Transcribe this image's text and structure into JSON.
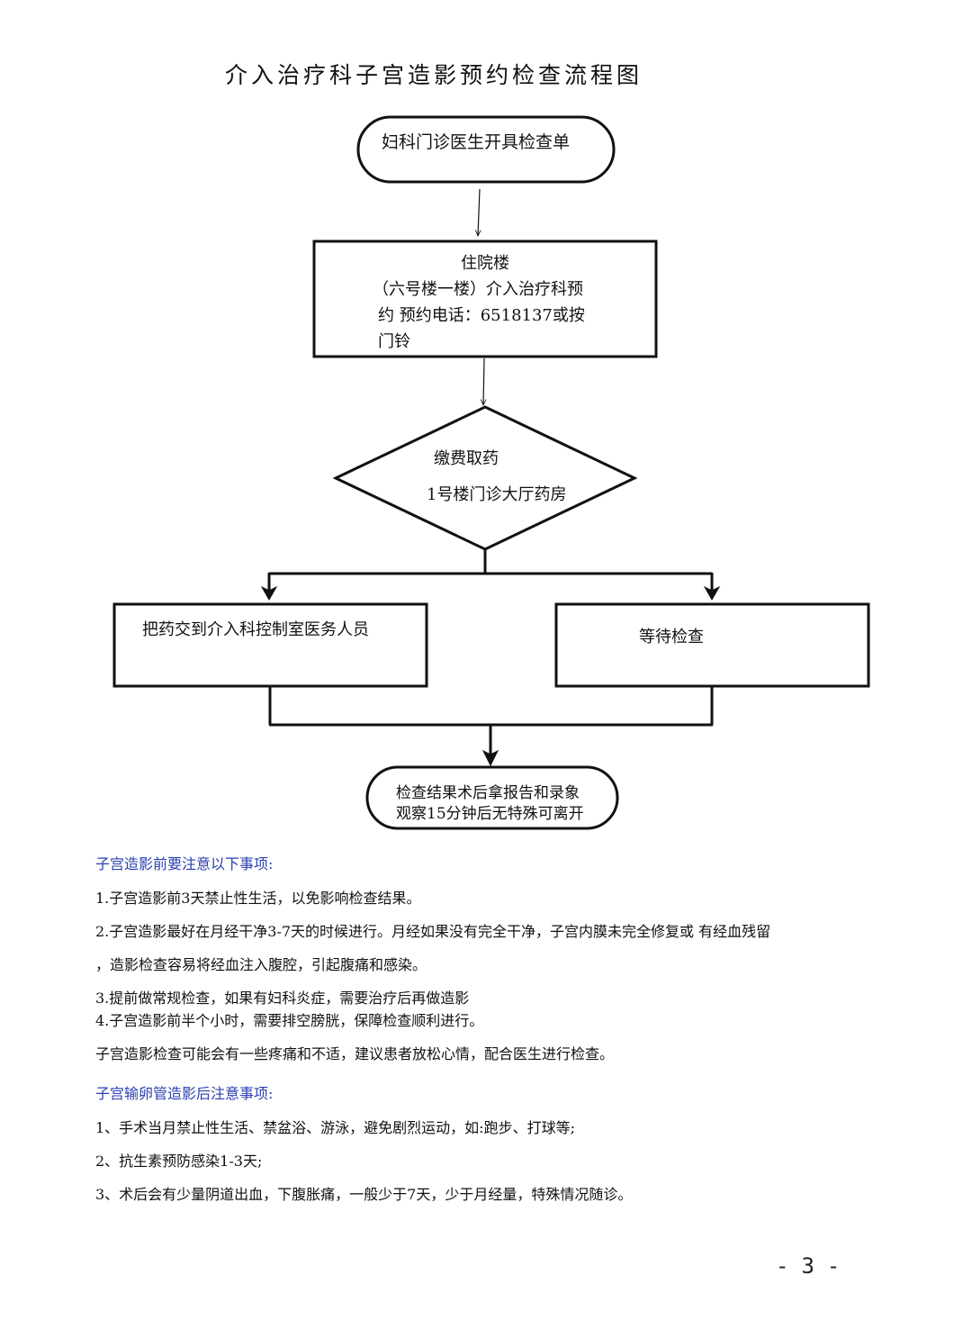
{
  "title": "介入治疗科子宫造影预约检查流程图",
  "flowchart": {
    "step1": "妇科门诊医生开具检查单",
    "step2": {
      "line1": "住院楼",
      "line2": "（六号楼一楼）介入治疗科预",
      "line3": "约  预约电话：6518137或按",
      "line4": "门铃"
    },
    "step3": {
      "line1": "缴费取药",
      "line2": "1号楼门诊大厅药房"
    },
    "step4_left": "把药交到介入科控制室医务人员",
    "step4_right": "等待检查",
    "step5": {
      "line1": "检查结果术后拿报告和录象",
      "line2": "观察15分钟后无特殊可离开"
    }
  },
  "before_section": {
    "heading": "子宫造影前要注意以下事项:",
    "item1": "1.子宫造影前3天禁止性生活，以免影响检查结果。",
    "item2_line1": "2.子宫造影最好在月经干净3-7天的时候进行。月经如果没有完全干净，子宫内膜未完全修复或  有经血残留",
    "item2_line2": "，造影检查容易将经血注入腹腔，引起腹痛和感染。",
    "item3": "3.提前做常规检查，如果有妇科炎症，需要治疗后再做造影",
    "item4": " 4.子宫造影前半个小时，需要排空膀胱，保障检查顺利进行。",
    "note": "子宫造影检查可能会有一些疼痛和不适，建议患者放松心情，配合医生进行检查。"
  },
  "after_section": {
    "heading": "子宫输卵管造影后注意事项:",
    "item1": "1、手术当月禁止性生活、禁盆浴、游泳，避免剧烈运动，如:跑步、打球等;",
    "item2": "2、抗生素预防感染1-3天;",
    "item3": "3、术后会有少量阴道出血，下腹胀痛，一般少于7天，少于月经量，特殊情况随诊。"
  },
  "page_number": "-3-"
}
